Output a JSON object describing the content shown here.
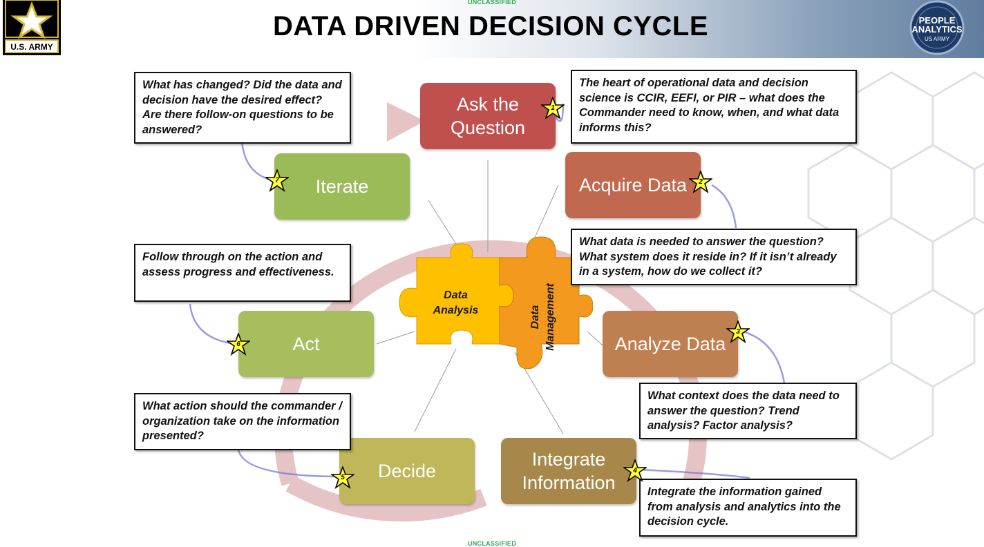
{
  "header": {
    "classification_top": "UNCLASSIFIED",
    "title": "DATA DRIVEN DECISION CYCLE",
    "army_logo_text": "U.S. ARMY",
    "pa_logo_line1": "PEOPLE",
    "pa_logo_line2": "ANALYTICS",
    "pa_logo_line3": "US ARMY"
  },
  "footer": {
    "classification_bottom": "UNCLASSIFIED"
  },
  "stages": [
    {
      "label": "Ask the\nQuestion",
      "color": "#c0504d"
    },
    {
      "label": "Acquire Data",
      "color": "#c0694f"
    },
    {
      "label": "Analyze Data",
      "color": "#be8050"
    },
    {
      "label": "Integrate\nInformation",
      "color": "#a8884a"
    },
    {
      "label": "Decide",
      "color": "#bfb75a"
    },
    {
      "label": "Act",
      "color": "#a8be5e"
    },
    {
      "label": "Iterate",
      "color": "#9bbb59"
    }
  ],
  "stars": [
    "1",
    "2",
    "3",
    "4",
    "5",
    "6",
    "7"
  ],
  "notes": {
    "ask": "The heart of operational data and decision science is CCIR, EEFI, or PIR – what does the Commander need to know, when, and what data informs this?",
    "acquire": "What data is needed to answer the question? What system does it reside in? If it isn’t already in a system, how do we collect it?",
    "analyze": "What context does the data need to answer the question? Trend analysis? Factor analysis?",
    "integrate": "Integrate the information gained from analysis and analytics into the decision cycle.",
    "decide": "What action should the commander / organization take on the information presented?",
    "act": "Follow through on the action and assess progress and effectiveness.",
    "iterate": "What has changed? Did the data and decision have the desired effect? Are there follow-on questions to be answered?"
  },
  "puzzle": {
    "left_label": "Data\nAnalysis",
    "right_label": "Data\nManagement",
    "left_color": "#ffc000",
    "right_color": "#f39a1e"
  },
  "colors": {
    "classification": "#2fa84f",
    "cycle_arrow": "#e6c4c6",
    "connector": "#7b78d6",
    "star_fill": "#ffff33"
  }
}
